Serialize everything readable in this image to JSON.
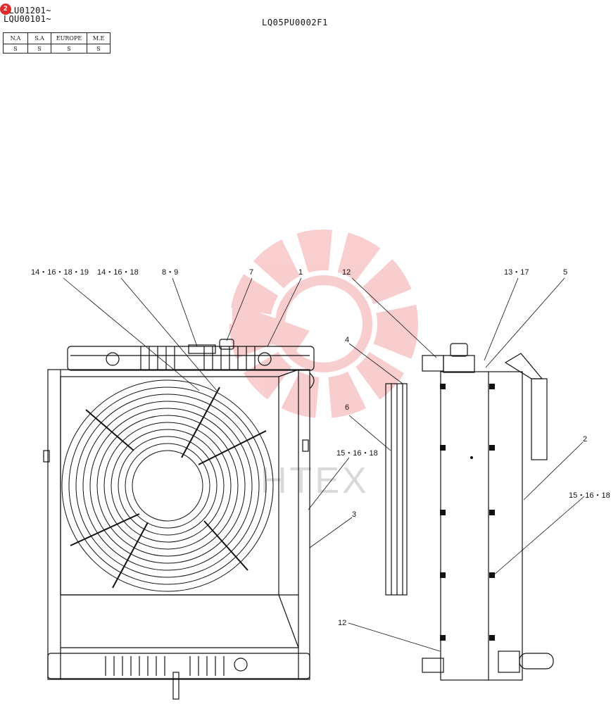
{
  "header": {
    "badge": "2",
    "serial_1": "LLU01201~",
    "serial_2": "LQU00101~",
    "drawing_code": "LQ05PU0002F1"
  },
  "region_table": {
    "headers": [
      "N.A",
      "S.A",
      "EUROPE",
      "M.E"
    ],
    "values": [
      "S",
      "S",
      "S",
      "S"
    ]
  },
  "callouts": {
    "c14_16_18_19": "14・16・18・19",
    "c14_16_18": "14・16・18",
    "c8_9": "8・9",
    "c7": "7",
    "c1": "1",
    "c12_top": "12",
    "c13_17": "13・17",
    "c5": "5",
    "c4": "4",
    "c6": "6",
    "c15_16_18_left": "15・16・18",
    "c3": "3",
    "c2": "2",
    "c15_16_18_right": "15・16・18",
    "c12_bottom": "12"
  },
  "watermark": {
    "color": "#f4a6a6",
    "text": "HTEX"
  }
}
